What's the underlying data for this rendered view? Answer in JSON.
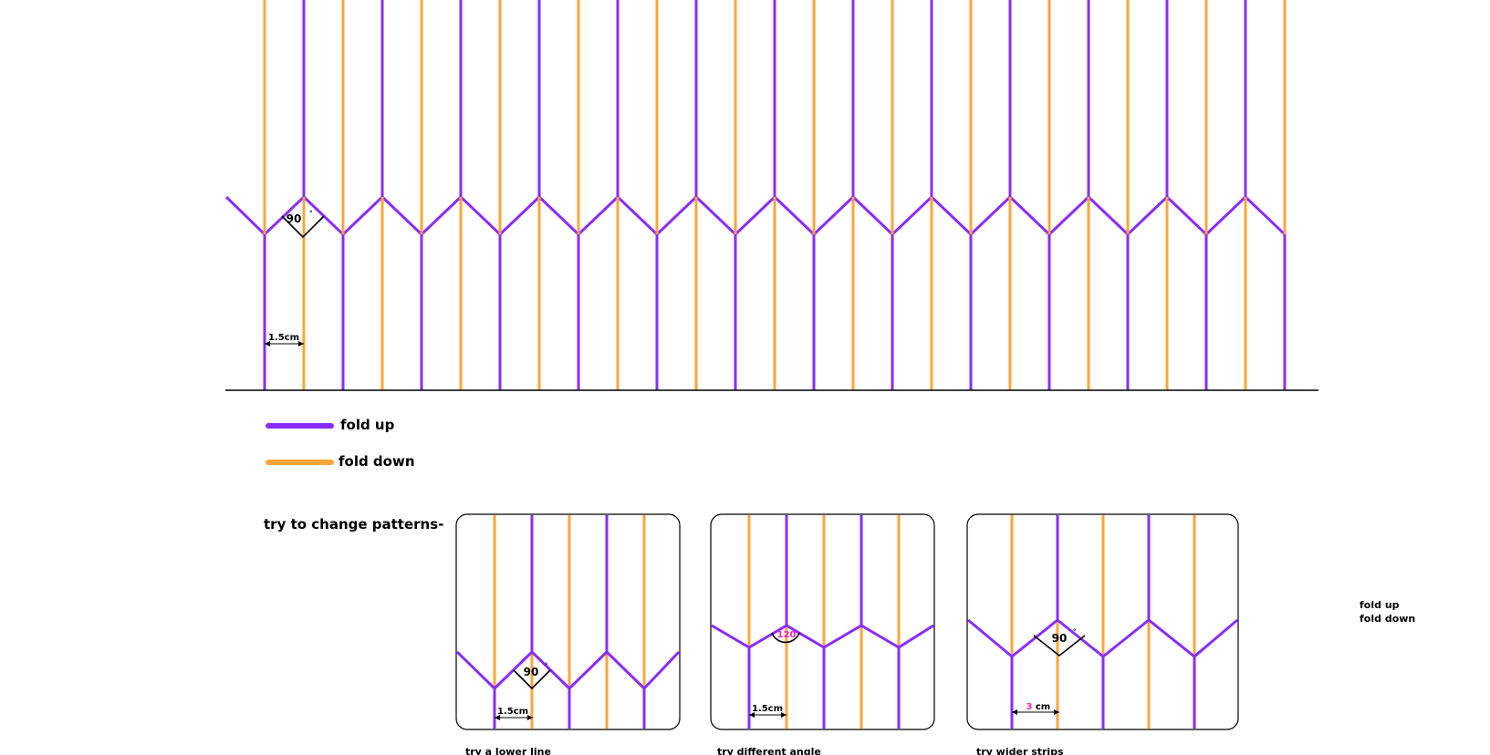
{
  "legend": {
    "fold_up": "fold up",
    "fold_down": "fold down"
  },
  "main_pattern": {
    "angle_label": "90",
    "angle_unit": "°",
    "width_label": "1.5cm"
  },
  "heading": "try to change patterns-",
  "panels": [
    {
      "angle_label": "90",
      "angle_unit": "°",
      "width_label": "1.5cm",
      "caption": "try a lower line"
    },
    {
      "angle_label": "120",
      "width_label": "1.5cm",
      "caption": "try different angle"
    },
    {
      "angle_label": "90",
      "angle_unit": "°",
      "width_number": "3",
      "width_unit": "cm",
      "caption": "try wider strips"
    }
  ],
  "side_legend": {
    "fold_up": "fold up",
    "fold_down": "fold down"
  },
  "colors": {
    "fold_up": "#8a2cff",
    "fold_down": "#ffa53a"
  }
}
